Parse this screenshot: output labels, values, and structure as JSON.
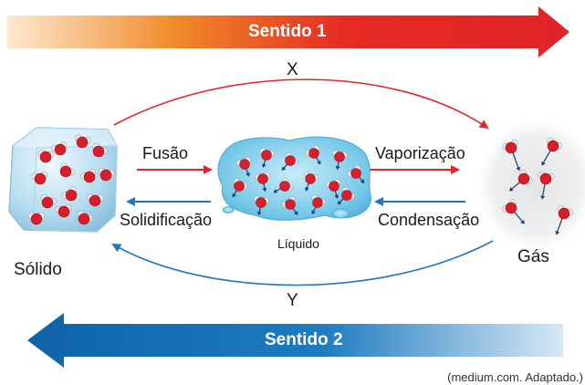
{
  "banner_top": {
    "label": "Sentido 1",
    "color": "#e3262b"
  },
  "banner_bottom": {
    "label": "Sentido 2",
    "color": "#1f78bd"
  },
  "arc_top_label": "X",
  "arc_bottom_label": "Y",
  "states": {
    "solid": "Sólido",
    "liquid": "Líquido",
    "gas": "Gás"
  },
  "processes": {
    "fusion": "Fusão",
    "solidification": "Solidificação",
    "vaporization": "Vaporização",
    "condensation": "Condensação"
  },
  "source": "(medium.com. Adaptado.)",
  "colors": {
    "red_arrow": "#e3262b",
    "blue_arrow": "#1f78bd",
    "molecule_oxygen": "#d81e2a",
    "molecule_hydrogen": "#ececec",
    "ice": "#b7dcf0",
    "water": "#6ec6e8"
  }
}
